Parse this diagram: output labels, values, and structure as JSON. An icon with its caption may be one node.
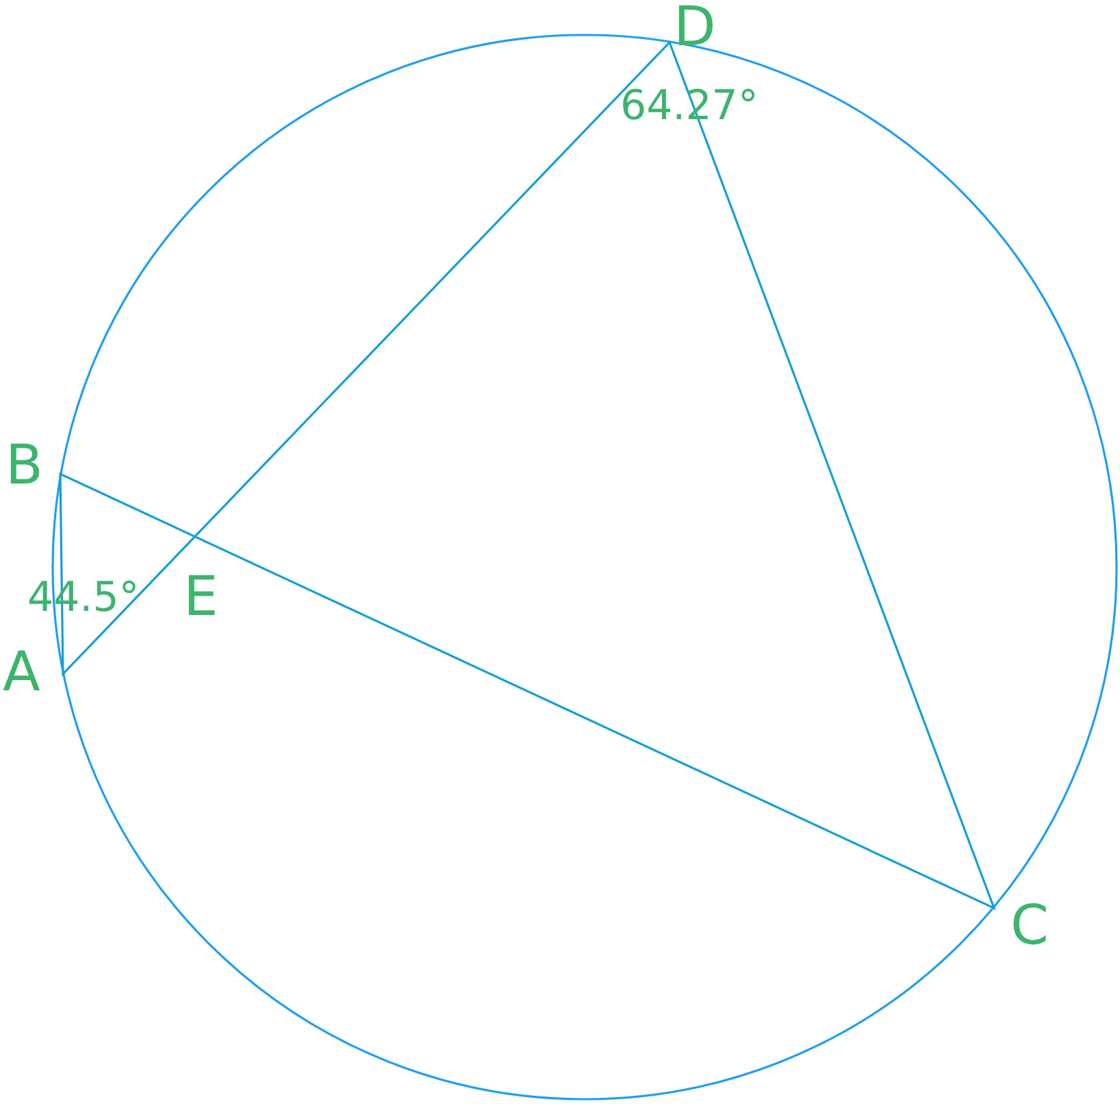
{
  "diagram": {
    "labels": [
      "D",
      "64.27°",
      "B",
      "44.5°",
      "E",
      "A",
      "C"
    ]
  }
}
